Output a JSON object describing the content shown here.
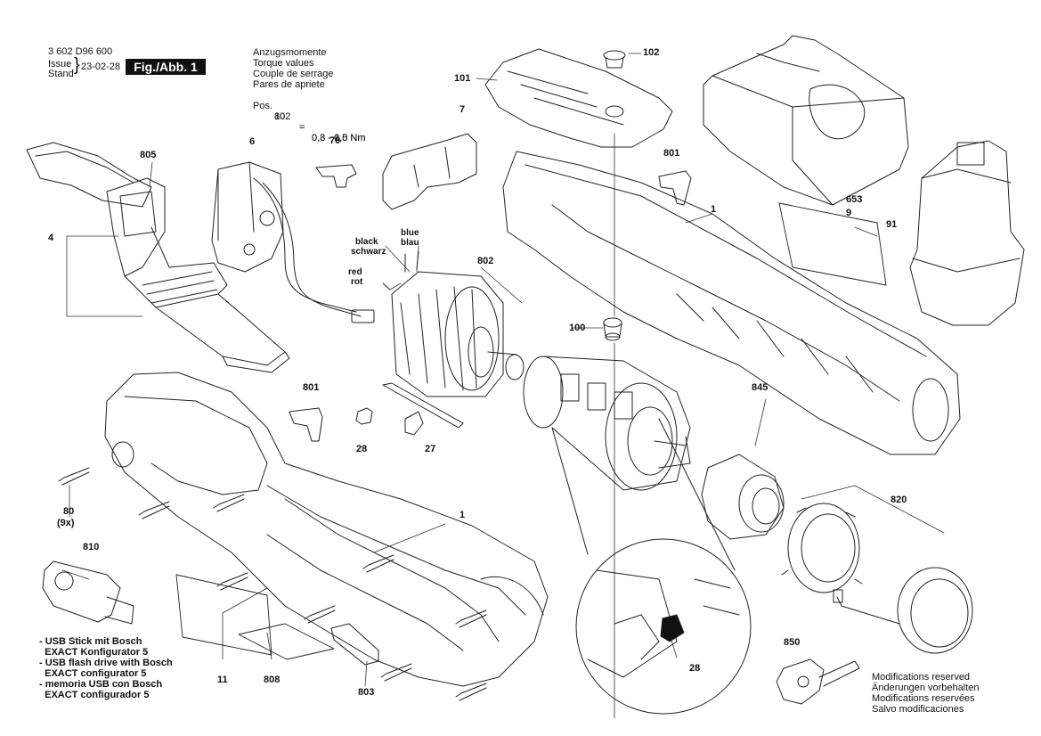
{
  "header": {
    "doc_number": "3 602 D96 600",
    "issue_label": "Issue",
    "stand_label": "Stand",
    "date": "23-02-28",
    "fig_label": "Fig./Abb. 1"
  },
  "torque": {
    "lines": [
      "Anzugsmomente",
      "Torque values",
      "Couple de serrage",
      "Pares de apriete"
    ],
    "pos_label": "Pos.",
    "rows": [
      {
        "pos": "80",
        "eq": "=",
        "value": "0,3 - 0,5 Nm"
      },
      {
        "pos": "102",
        "eq": "=",
        "value": "0,8 - 1,0 Nm"
      }
    ]
  },
  "wires": {
    "black": "black",
    "schwarz": "schwarz",
    "blue": "blue",
    "blau": "blau",
    "red": "red",
    "rot": "rot"
  },
  "parts": {
    "p102": "102",
    "p101": "101",
    "p7": "7",
    "p70": "70",
    "p6": "6",
    "p805": "805",
    "p4": "4",
    "p801a": "801",
    "p801b": "801",
    "p1a": "1",
    "p1b": "1",
    "p9": "9",
    "p91": "91",
    "p653": "653",
    "p802": "802",
    "p100": "100",
    "p845": "845",
    "p28a": "28",
    "p28b": "28",
    "p27": "27",
    "p80": "80",
    "p80qty": "(9x)",
    "p810": "810",
    "p820": "820",
    "p850": "850",
    "p11": "11",
    "p808": "808",
    "p803": "803"
  },
  "usb_notes": [
    "- USB Stick mit Bosch",
    "  EXACT Konfigurator 5",
    "- USB flash drive with Bosch",
    "  EXACT configurator 5",
    "- memoria USB con Bosch",
    "  EXACT configurador 5"
  ],
  "modifications": [
    "Modifications reserved",
    "Änderungen vorbehalten",
    "Modifications reservées",
    "Salvo modificaciones"
  ]
}
